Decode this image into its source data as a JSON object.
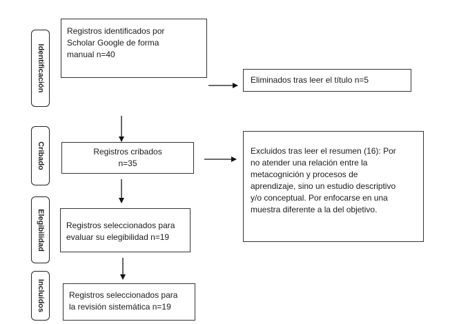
{
  "stages": [
    {
      "label": "Identificación"
    },
    {
      "label": "Cribado"
    },
    {
      "label": "Elegibilidad"
    },
    {
      "label": "Incluidos"
    }
  ],
  "boxes": {
    "identified": "Registros identificados por\nScholar Google de forma\nmanual n=40",
    "removed_title": "Eliminados tras leer el título n=5",
    "screened": "Registros cribados\nn=35",
    "excluded_abstract": "Excluidos tras leer el resumen (16): Por\nno atender una relación entre la\nmetacognición y procesos de\naprendizaje, sino un estudio descriptivo\ny/o conceptual. Por enfocarse en una\nmuestra diferente a la del objetivo.",
    "eligibility": "Registros seleccionados para\nevaluar su elegibilidad n=19",
    "included": "Registros seleccionados para\nla revisión sistemática n=19"
  }
}
